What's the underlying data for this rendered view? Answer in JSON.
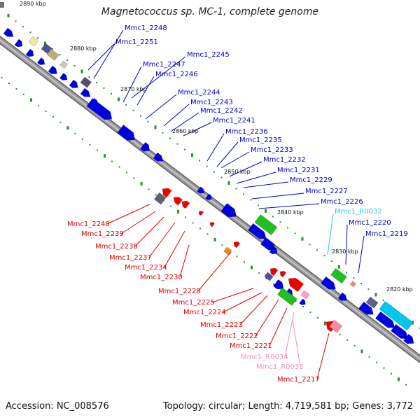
{
  "title": "Magnetococcus sp. MC-1, complete genome",
  "footer": {
    "accession": "Accession: NC_008576",
    "summary": "Topology: circular; Length: 4,719,581 bp; Genes: 3,772"
  },
  "colors": {
    "backbone": "#8a8a8a",
    "cds_forward": "#0000e0",
    "cds_reverse": "#ee0000",
    "trna": "#00c8e8",
    "rrna": "#ff9ec8",
    "label_forward": "#0000cc",
    "label_reverse": "#dd0000",
    "label_rna": "#28c8e8",
    "label_rrna": "#f090c0",
    "tick": "#2f8f2f"
  },
  "scale_labels": [
    "2890 kbp",
    "2880 kbp",
    "2870 kbp",
    "2860 kbp",
    "2850 kbp",
    "2840 kbp",
    "2830 kbp",
    "2820 kbp"
  ],
  "labels_forward": [
    "Mmc1_2248",
    "Mmc1_2251",
    "Mmc1_2245",
    "Mmc1_2247",
    "Mmc1_2246",
    "Mmc1_2244",
    "Mmc1_2243",
    "Mmc1_2242",
    "Mmc1_2241",
    "Mmc1_2236",
    "Mmc1_2235",
    "Mmc1_2233",
    "Mmc1_2232",
    "Mmc1_2231",
    "Mmc1_2229",
    "Mmc1_2227",
    "Mmc1_2226",
    "Mmc1_R0032",
    "Mmc1_2220",
    "Mmc1_2219"
  ],
  "labels_reverse": [
    "Mmc1_2240",
    "Mmc1_2239",
    "Mmc1_2238",
    "Mmc1_2237",
    "Mmc1_2234",
    "Mmc1_2230",
    "Mmc1_2228",
    "Mmc1_2225",
    "Mmc1_2224",
    "Mmc1_2223",
    "Mmc1_2222",
    "Mmc1_2221",
    "Mmc1_R0034",
    "Mmc1_R0033",
    "Mmc1_2217"
  ]
}
